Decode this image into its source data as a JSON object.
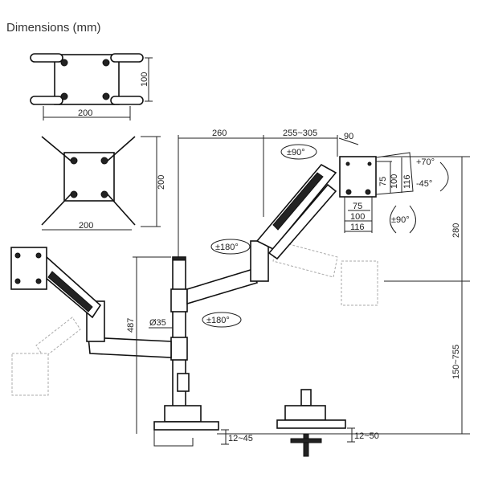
{
  "title": "Dimensions (mm)",
  "vesa": {
    "plate1": {
      "height": "100",
      "width": "200"
    },
    "plate2": {
      "height": "200",
      "width": "200"
    }
  },
  "dimensions": {
    "arm1": "260",
    "arm2": "255~305",
    "head_depth": "90",
    "tilt_up": "+70°",
    "tilt_down": "-45°",
    "swivel_head": "±90°",
    "rotation": "±90°",
    "vesa_v": [
      "75",
      "100",
      "116"
    ],
    "vesa_h": [
      "75",
      "100",
      "116"
    ],
    "joint_upper": "±180°",
    "joint_lower": "±180°",
    "pole_height": "487",
    "pole_diameter": "Ø35",
    "height_range": "150~755",
    "height_adjust": "280",
    "clamp_range": "12~45",
    "grommet_range": "12~50"
  }
}
